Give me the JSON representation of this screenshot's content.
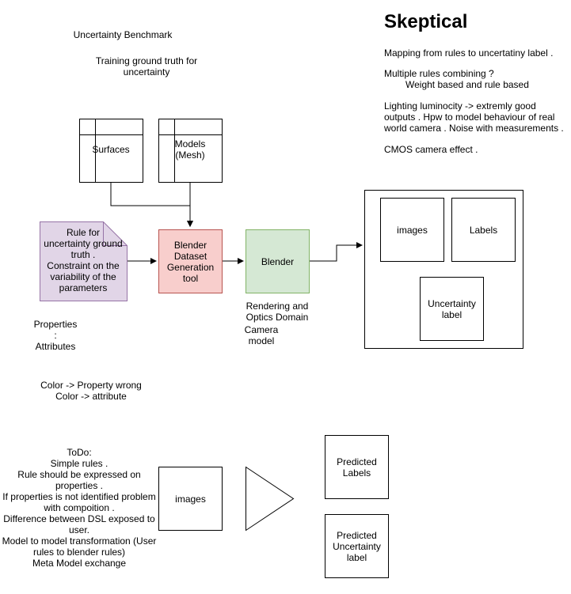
{
  "header": {
    "title": "Skeptical",
    "benchmark": "Uncertainty Benchmark",
    "training": "Training ground truth for\nuncertainty"
  },
  "notes": {
    "mapping": "Mapping from rules to uncertatiny label .",
    "multiple": "Multiple rules combining ?",
    "weight": "Weight based and rule based",
    "lighting": "Lighting luminocity -> extremly good\noutputs  . Hpw to model behaviour of real\nworld camera . Noise with measurements .",
    "cmos": "CMOS camera effect ."
  },
  "nodes": {
    "surfaces": "Surfaces",
    "models": "Models\n(Mesh)",
    "rule": "Rule for\nuncertainty ground\ntruth .\nConstraint on the\nvariability of the\nparameters",
    "generator": "Blender\nDataset\nGeneration\ntool",
    "blender": "Blender",
    "images": "images",
    "labels": "Labels",
    "uncertainty_label": "Uncertainty\nlabel",
    "images_bottom": "images",
    "predicted_labels": "Predicted\nLabels",
    "predicted_uncertainty": "Predicted\nUncertainty\nlabel"
  },
  "annotations": {
    "rendering": "Rendering and\nOptics Domain",
    "camera": "Camera\nmodel",
    "properties": "Properties\n:\nAttributes",
    "color": "Color -> Property wrong\nColor -> attribute",
    "todo": "ToDo:\nSimple rules .\nRule should be expressed on\nproperties .\nIf properties is not identified problem\nwith compoition .\nDifference between DSL exposed to\nuser.\nModel to model transformation (User\nrules to blender rules)\nMeta Model exchange"
  },
  "colors": {
    "rule_fill": "#e1d5e7",
    "rule_stroke": "#9673a6",
    "generator_fill": "#f8cecc",
    "generator_stroke": "#b85450",
    "blender_fill": "#d5e8d4",
    "blender_stroke": "#82b366"
  }
}
